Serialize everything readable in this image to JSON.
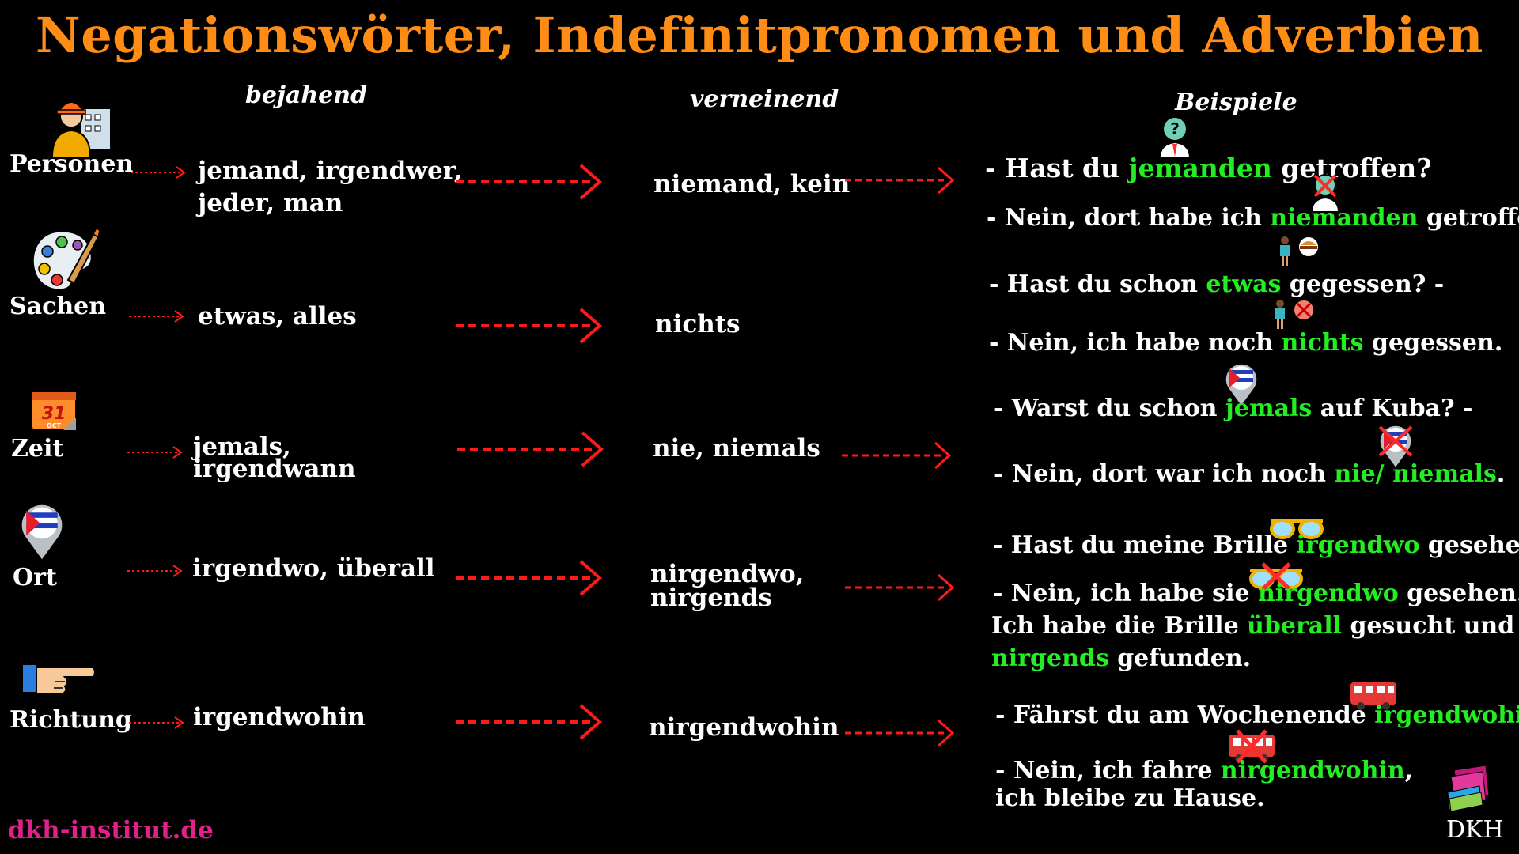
{
  "title": "Negationswörter, Indefinitpronomen und Adverbien",
  "headers": {
    "affirmative": "bejahend",
    "negative": "verneinend",
    "examples": "Beispiele"
  },
  "rows": [
    {
      "category": "Personen",
      "icon": "construction-worker-icon",
      "affirmative": [
        "jemand, irgendwer,",
        "jeder, man"
      ],
      "negative": [
        "niemand, kein"
      ],
      "ex1": [
        "- Hast du ",
        "jemanden",
        " getroffen?"
      ],
      "ex2": [
        "- Nein, dort habe ich ",
        "niemanden",
        " getroffen."
      ]
    },
    {
      "category": "Sachen",
      "icon": "paint-palette-icon",
      "affirmative": [
        "etwas, alles"
      ],
      "negative": [
        "nichts"
      ],
      "ex1": [
        "- Hast du schon ",
        "etwas",
        " gegessen? -"
      ],
      "ex2": [
        "- Nein, ich habe noch ",
        "nichts",
        " gegessen."
      ]
    },
    {
      "category": "Zeit",
      "icon": "calendar-icon",
      "calendar_day": "31",
      "calendar_month": "OCT",
      "affirmative": [
        "jemals,",
        "irgendwann"
      ],
      "negative": [
        "nie, niemals"
      ],
      "ex1": [
        "- Warst du schon ",
        "jemals",
        " auf Kuba? -"
      ],
      "ex2": [
        "- Nein, dort war ich noch ",
        "nie/ niemals",
        "."
      ]
    },
    {
      "category": "Ort",
      "icon": "cuba-map-pin-icon",
      "affirmative": [
        "irgendwo, überall"
      ],
      "negative": [
        "nirgendwo,",
        "nirgends"
      ],
      "ex1": [
        "- Hast du meine Brille ",
        "irgendwo",
        " gesehen?"
      ],
      "ex2": [
        "- Nein, ich habe sie ",
        "nirgendwo",
        " gesehen."
      ],
      "ex3": [
        "Ich habe die Brille ",
        "überall",
        " gesucht und"
      ],
      "ex4": [
        "nirgends",
        " gefunden."
      ]
    },
    {
      "category": "Richtung",
      "icon": "pointing-hand-icon",
      "affirmative": [
        "irgendwohin"
      ],
      "negative": [
        "nirgendwohin"
      ],
      "ex1": [
        "- Fährst du am Wochenende ",
        "irgendwohin",
        "?"
      ],
      "ex2": [
        "- Nein, ich fahre ",
        "nirgendwohin",
        ","
      ],
      "ex3": [
        "ich bleibe zu Hause."
      ]
    }
  ],
  "footer": {
    "website": "dkh-institut.de",
    "logo_text": "DKH"
  },
  "colors": {
    "title": "#ff8c14",
    "highlight": "#22ee22",
    "arrow": "#ff1a1a",
    "website": "#e0218a",
    "background": "#000000"
  }
}
